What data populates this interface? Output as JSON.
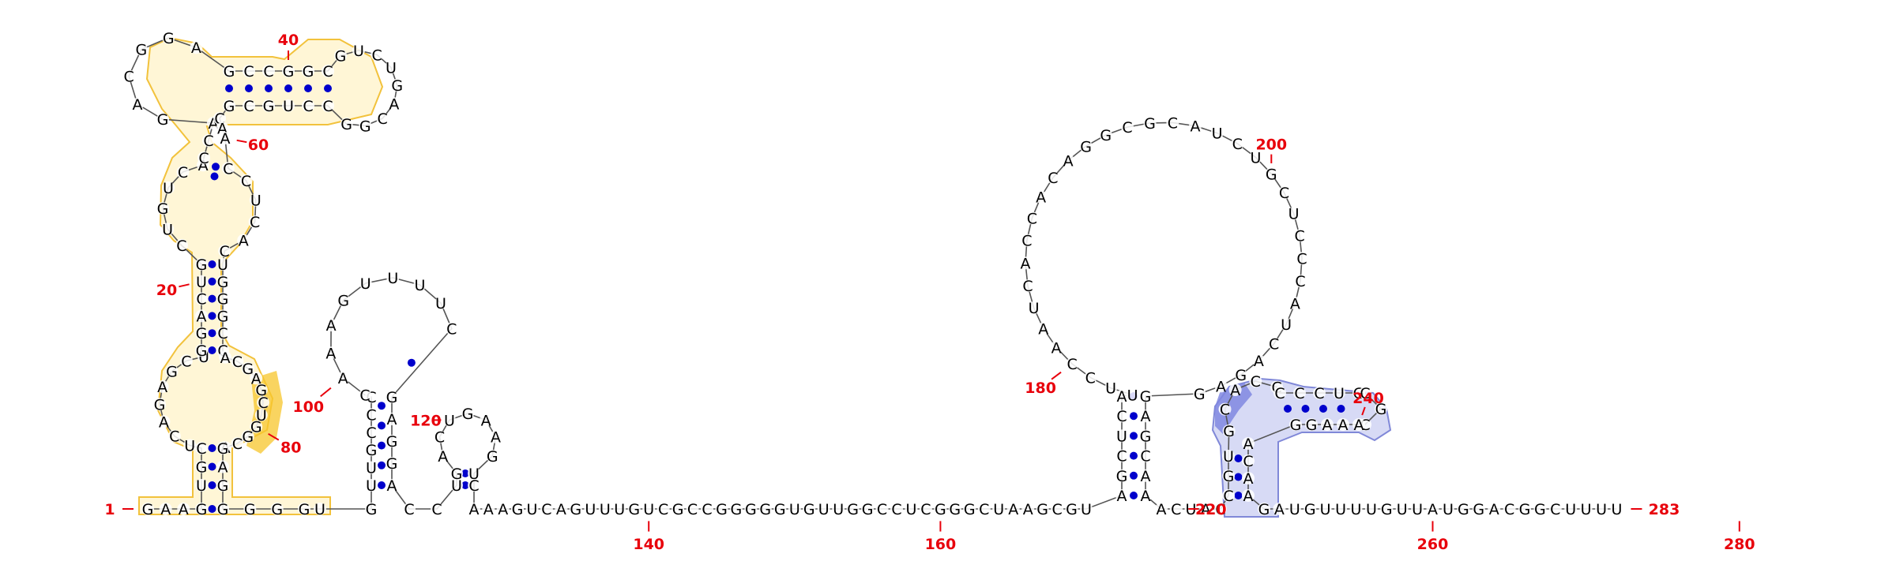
{
  "sequence": "GAAGUGCUCAGAGCUGGACUGCUGUCACCAGACGGAGCCGGCGUCUGACGGCCUGCGCAACCUCACUGGGCCACGAGCUGGCAGAGGGGGUGUUGCCCCAAAGUUUUCGAGGACCUGACUGAAGUCAAACGUCAGUUUGUCGCCGGGGGUGUUGGCCUCGGGCUAAGCGUAGCUCAUUCCAAUCACCACAGGCGCAUCUGCUCCCAUCAGAGGAGCAAACUACCGUGCACCCCCUGCGCAAAGGACAAGAUGUUUUGUUAUGGACGGCUUUU",
  "sequence_length": 283,
  "numbering": {
    "start_label": "1",
    "end_label": "283",
    "labels": [
      "20",
      "40",
      "60",
      "80",
      "100",
      "120",
      "140",
      "160",
      "180",
      "200",
      "220",
      "240",
      "260",
      "280"
    ]
  },
  "highlight_regions": [
    {
      "name": "region-1",
      "color": "#f5c02a",
      "description_ranges": [
        [
          1,
          90
        ]
      ]
    },
    {
      "name": "region-2",
      "color": "#8a90e0",
      "description_ranges": [
        [
          226,
          253
        ]
      ]
    }
  ],
  "colors": {
    "nucleotide": "#000000",
    "number_label": "#e8000b",
    "base_pair_dot": "#0000cc",
    "backbone": "#555555"
  }
}
